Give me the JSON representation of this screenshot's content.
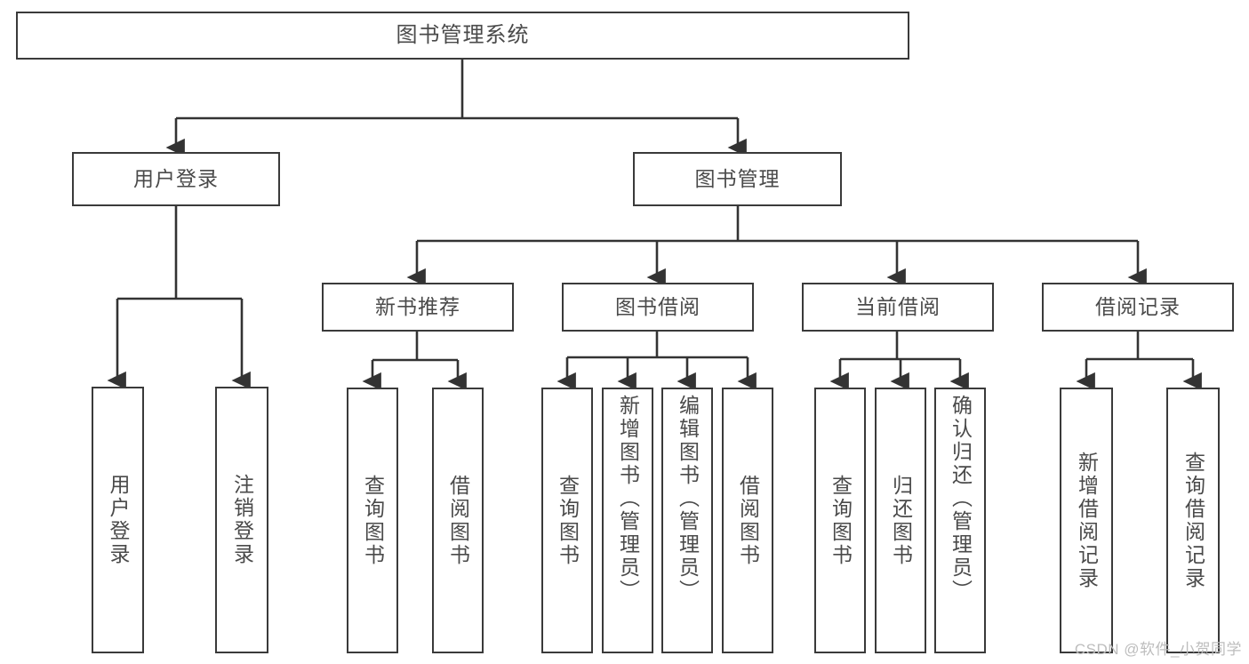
{
  "diagram": {
    "title": "图书管理系统",
    "watermark": "CSDN @软件_小贺同学",
    "colors": {
      "border": "#3a3a3a",
      "text": "#4a4a4a",
      "background": "#ffffff",
      "edge": "#333333",
      "watermark": "#bdbdbd"
    },
    "nodes": {
      "root": {
        "label": "图书管理系统"
      },
      "level2": [
        {
          "id": "user-login",
          "label": "用户登录"
        },
        {
          "id": "book-manage",
          "label": "图书管理"
        }
      ],
      "level3": [
        {
          "id": "new-book-rec",
          "label": "新书推荐"
        },
        {
          "id": "book-borrow",
          "label": "图书借阅"
        },
        {
          "id": "current-borrow",
          "label": "当前借阅"
        },
        {
          "id": "borrow-record",
          "label": "借阅记录"
        }
      ],
      "leaves": [
        {
          "id": "leaf-user-login",
          "label": "用户登录"
        },
        {
          "id": "leaf-logout",
          "label": "注销登录"
        },
        {
          "id": "leaf-query-book-1",
          "label": "查询图书"
        },
        {
          "id": "leaf-borrow-book-1",
          "label": "借阅图书"
        },
        {
          "id": "leaf-query-book-2",
          "label": "查询图书"
        },
        {
          "id": "leaf-add-book",
          "label": "新增图书（管理员）"
        },
        {
          "id": "leaf-edit-book",
          "label": "编辑图书（管理员）"
        },
        {
          "id": "leaf-borrow-book-2",
          "label": "借阅图书"
        },
        {
          "id": "leaf-query-book-3",
          "label": "查询图书"
        },
        {
          "id": "leaf-return-book",
          "label": "归还图书"
        },
        {
          "id": "leaf-confirm-return",
          "label": "确认归还（管理员）"
        },
        {
          "id": "leaf-add-record",
          "label": "新增借阅记录"
        },
        {
          "id": "leaf-query-record",
          "label": "查询借阅记录"
        }
      ]
    }
  }
}
